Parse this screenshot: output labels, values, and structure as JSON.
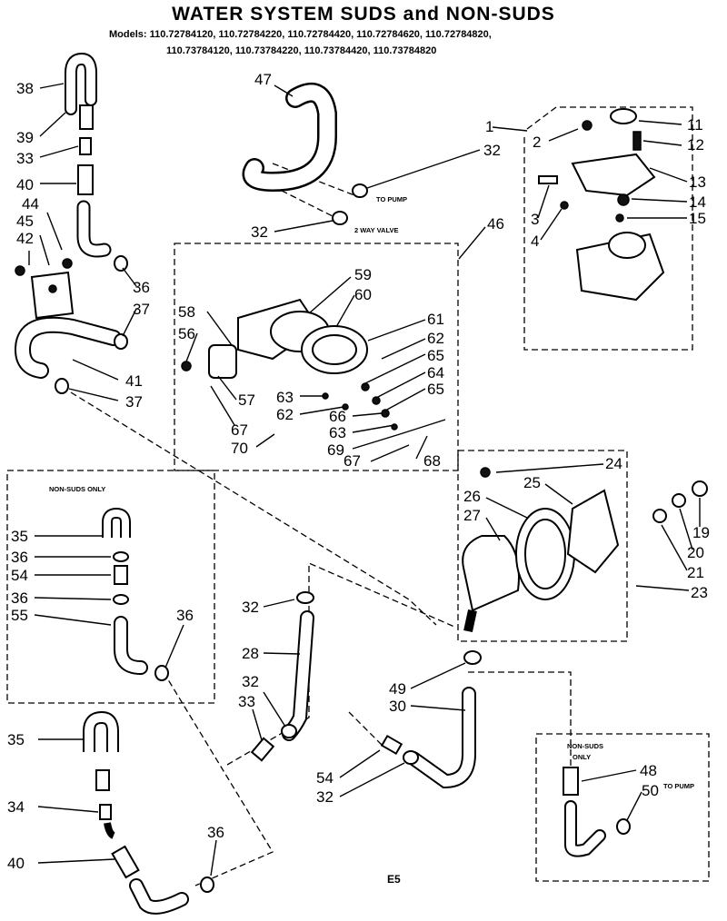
{
  "title": "WATER SYSTEM SUDS and NON-SUDS",
  "models_line_1": "Models: 110.72784120, 110.72784220, 110.72784420, 110.72784620, 110.72784820,",
  "models_line_2": "110.73784120, 110.73784220, 110.73784420, 110.73784820",
  "box_labels": {
    "non_suds_only_left": "NON-SUDS ONLY",
    "non_suds_only_right_1": "NON-SUDS",
    "non_suds_only_right_2": "ONLY"
  },
  "annotations": {
    "to_pump_top": "TO PUMP",
    "two_way_valve": "2 WAY VALVE",
    "to_pump_right": "TO PUMP"
  },
  "page_code": "E5",
  "callouts": {
    "c38": "38",
    "c39": "39",
    "c33a": "33",
    "c40a": "40",
    "c44": "44",
    "c45": "45",
    "c42": "42",
    "c36a": "36",
    "c37a": "37",
    "c41": "41",
    "c37b": "37",
    "c47": "47",
    "c32a": "32",
    "c32b": "32",
    "c46": "46",
    "c1": "1",
    "c2": "2",
    "c11": "11",
    "c12": "12",
    "c13": "13",
    "c14": "14",
    "c15": "15",
    "c3": "3",
    "c4": "4",
    "c59": "59",
    "c60": "60",
    "c58": "58",
    "c56": "56",
    "c61": "61",
    "c62a": "62",
    "c65a": "65",
    "c64": "64",
    "c65b": "65",
    "c63a": "63",
    "c62b": "62",
    "c66": "66",
    "c63b": "63",
    "c57": "57",
    "c67a": "67",
    "c70": "70",
    "c69": "69",
    "c67b": "67",
    "c68": "68",
    "c24": "24",
    "c25": "25",
    "c26": "26",
    "c27": "27",
    "c19": "19",
    "c20": "20",
    "c21": "21",
    "c23": "23",
    "c35a": "35",
    "c36b": "36",
    "c54a": "54",
    "c36c": "36",
    "c55": "55",
    "c36d": "36",
    "c32c": "32",
    "c28": "28",
    "c32d": "32",
    "c33b": "33",
    "c49": "49",
    "c30": "30",
    "c54b": "54",
    "c32e": "32",
    "c48": "48",
    "c50": "50",
    "c35b": "35",
    "c34": "34",
    "c40b": "40",
    "c36e": "36"
  }
}
